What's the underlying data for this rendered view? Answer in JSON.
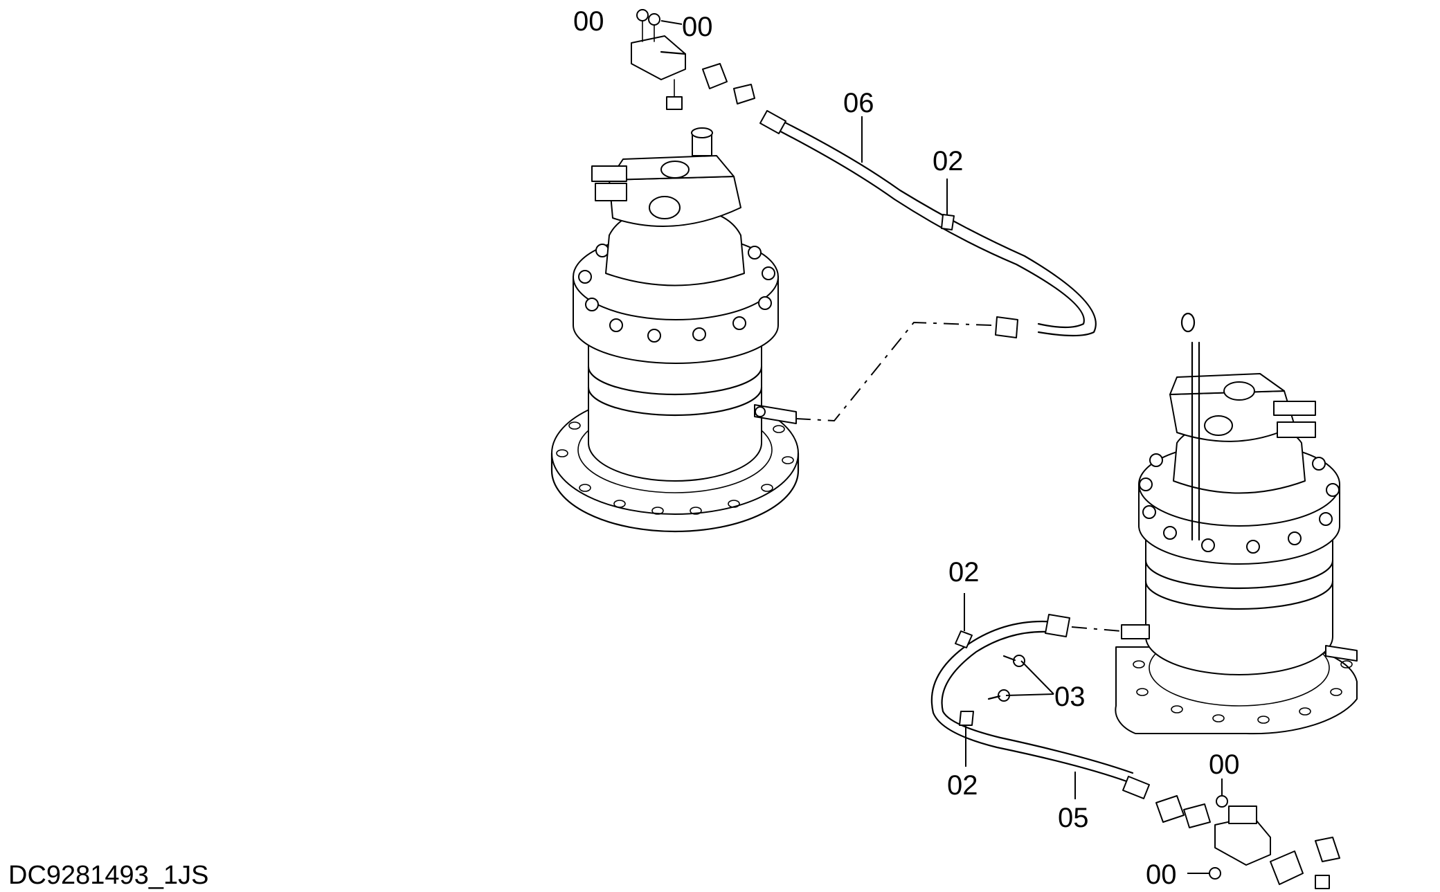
{
  "document_id": "DC9281493_1JS",
  "callouts": {
    "top_left_00": "00",
    "top_right_00": "00",
    "hose_06": "06",
    "clamp_02_upper": "02",
    "clamp_02_lower_top": "02",
    "bolts_03": "03",
    "clamp_02_lower_bottom": "02",
    "hose_05": "05",
    "bottom_00_upper": "00",
    "bottom_00_lower": "00"
  }
}
